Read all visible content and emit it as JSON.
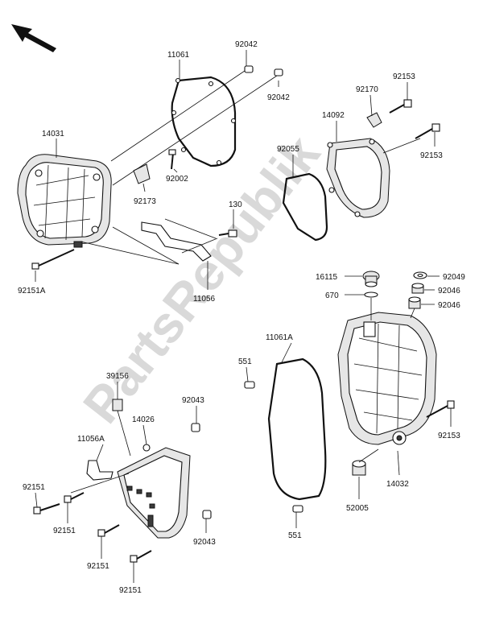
{
  "watermark": {
    "text": "PartsRepublik"
  },
  "parts": {
    "p_11061": "11061",
    "p_92042_a": "92042",
    "p_92042_b": "92042",
    "p_14031": "14031",
    "p_92002": "92002",
    "p_92173": "92173",
    "p_130": "130",
    "p_92151A": "92151A",
    "p_11056": "11056",
    "p_92153_a": "92153",
    "p_92170": "92170",
    "p_14092": "14092",
    "p_92153_b": "92153",
    "p_92055": "92055",
    "p_16115": "16115",
    "p_670": "670",
    "p_92049": "92049",
    "p_92046_a": "92046",
    "p_92046_b": "92046",
    "p_11061A": "11061A",
    "p_551_a": "551",
    "p_551_b": "551",
    "p_39156": "39156",
    "p_92043_a": "92043",
    "p_14026": "14026",
    "p_11056A": "11056A",
    "p_92151_a": "92151",
    "p_92151_b": "92151",
    "p_92151_c": "92151",
    "p_92151_d": "92151",
    "p_92043_b": "92043",
    "p_92153_c": "92153",
    "p_14032": "14032",
    "p_52005": "52005"
  },
  "icons": {
    "direction": "front-arrow-icon"
  }
}
